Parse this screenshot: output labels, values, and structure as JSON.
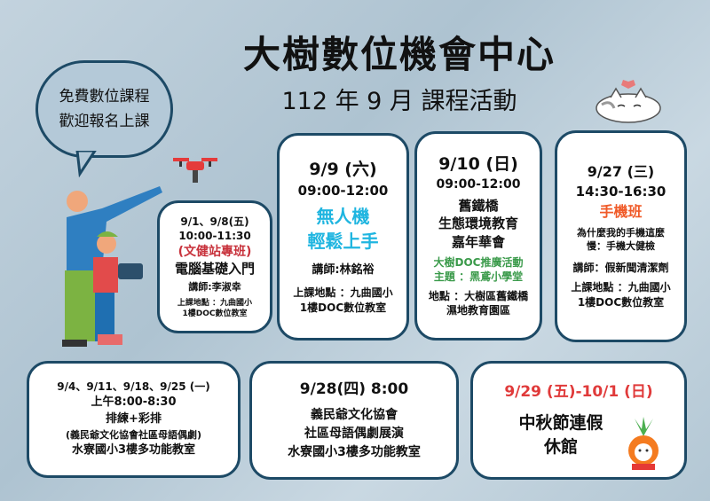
{
  "header": {
    "title": "大樹數位機會中心",
    "subtitle": "112 年 9 月 課程活動"
  },
  "bubble": {
    "line1": "免費數位課程",
    "line2": "歡迎報名上課"
  },
  "colors": {
    "border": "#1d4a66",
    "red": "#c8323c",
    "orange": "#f05a28",
    "cyan": "#1fb5e0",
    "green": "#3a9a4a"
  },
  "cards": {
    "c1": {
      "date": "9/1、9/8(五)",
      "time": "10:00-11:30",
      "tag": "(文健站專班)",
      "title": "電腦基礎入門",
      "teacher": "講師:李淑幸",
      "loc1": "上課地點 ：九曲國小",
      "loc2": "1樓DOC數位教室"
    },
    "c2": {
      "date": "9/9  (六)",
      "time": "09:00-12:00",
      "title1": "無人機",
      "title2": "輕鬆上手",
      "teacher": "講師:林銘裕",
      "loc1": "上課地點 ：九曲國小",
      "loc2": "1樓DOC數位教室"
    },
    "c3": {
      "date": "9/10  (日)",
      "time": "09:00-12:00",
      "title1": "舊鐵橋",
      "title2": "生態環境教育",
      "title3": "嘉年華會",
      "promo1": "大樹DOC推廣活動",
      "promo2": "主題 ：黑鳶小學堂",
      "loc1": "地點 ：大樹區舊鐵橋",
      "loc2": "濕地教育園區"
    },
    "c4": {
      "date": "9/27  (三)",
      "time": "14:30-16:30",
      "title": "手機班",
      "desc1": "為什麼我的手機這麼",
      "desc2": "慢：手機大健檢",
      "teacher": "講師：假新聞清潔劑",
      "loc1": "上課地點 ：九曲國小",
      "loc2": "1樓DOC數位教室"
    },
    "c5": {
      "date": "9/4、9/11、9/18、9/25 (一)",
      "time": "上午8:00-8:30",
      "title": "排練+彩排",
      "org": "(義民爺文化協會社區母語偶劇)",
      "loc": "水寮國小3樓多功能教室"
    },
    "c6": {
      "date": "9/28(四)   8:00",
      "line1": "義民爺文化協會",
      "line2": "社區母語偶劇展演",
      "line3": "水寮國小3樓多功能教室"
    },
    "c7": {
      "date": "9/29 (五)-10/1 (日)",
      "line1": "中秋節連假",
      "line2": "休館"
    }
  }
}
